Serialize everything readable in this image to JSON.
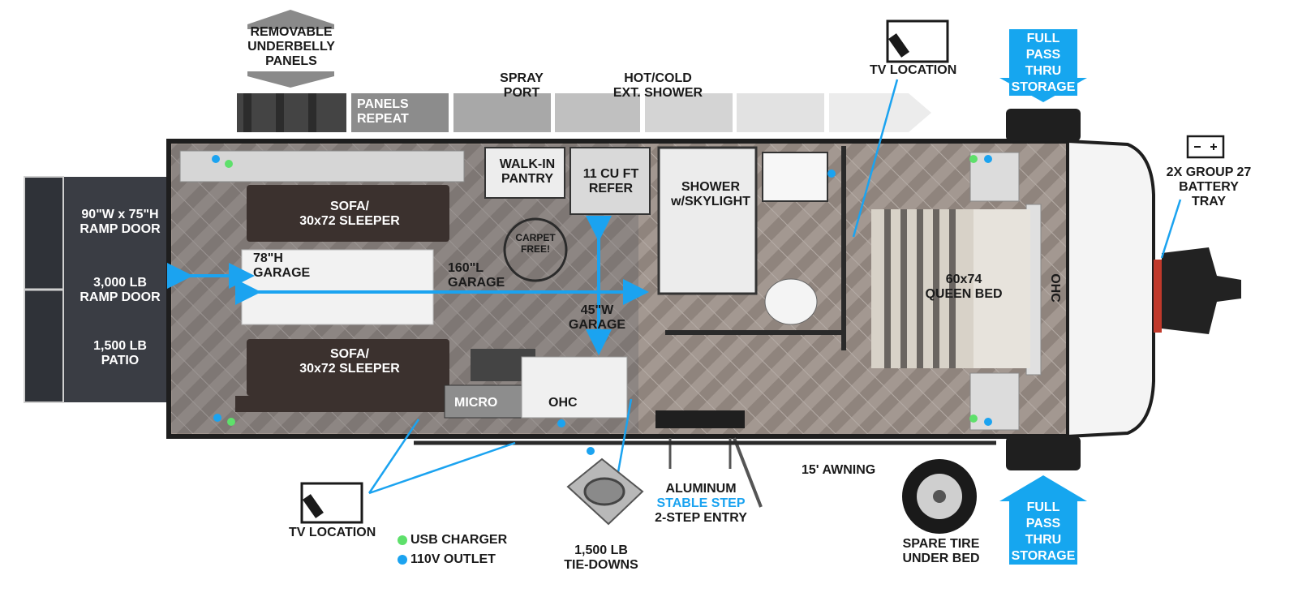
{
  "colors": {
    "accent_blue": "#1ba3f0",
    "usb_green": "#5ee06b",
    "outlet_blue": "#1ba3f0",
    "floor": "#9a8f87",
    "sofa": "#3b312e",
    "wall": "#2a2a2a"
  },
  "top_labels": {
    "underbelly": [
      "REMOVABLE",
      "UNDERBELLY",
      "PANELS"
    ],
    "panels_repeat": [
      "PANELS",
      "REPEAT"
    ],
    "spray_port": [
      "SPRAY",
      "PORT"
    ],
    "ext_shower": [
      "HOT/COLD",
      "EXT. SHOWER"
    ],
    "tv_location_top": "TV LOCATION",
    "full_pass_top": [
      "FULL PASS",
      "THRU",
      "STORAGE"
    ]
  },
  "ramp": {
    "door_size": [
      "90\"W x 75\"H",
      "RAMP DOOR"
    ],
    "door_weight": [
      "3,000 LB",
      "RAMP DOOR"
    ],
    "patio": [
      "1,500 LB",
      "PATIO"
    ]
  },
  "interior": {
    "sofa_top": [
      "SOFA/",
      "30x72 SLEEPER"
    ],
    "sofa_bottom": [
      "SOFA/",
      "30x72 SLEEPER"
    ],
    "garage_height": [
      "78\"H",
      "GARAGE"
    ],
    "garage_length": [
      "160\"L",
      "GARAGE"
    ],
    "garage_width": [
      "45\"W",
      "GARAGE"
    ],
    "carpet_free": [
      "CARPET",
      "FREE!"
    ],
    "walk_in_pantry": [
      "WALK-IN",
      "PANTRY"
    ],
    "refer": [
      "11 CU FT",
      "REFER"
    ],
    "shower": [
      "SHOWER",
      "w/SKYLIGHT"
    ],
    "queen_bed": [
      "60x74",
      "QUEEN BED"
    ],
    "ohc_front": "OHC",
    "micro": "MICRO",
    "ohc_kitchen": "OHC"
  },
  "right_labels": {
    "battery": [
      "2X GROUP 27",
      "BATTERY",
      "TRAY"
    ],
    "battery_icon": "- +",
    "full_pass_bottom": [
      "FULL PASS",
      "THRU",
      "STORAGE"
    ]
  },
  "bottom_labels": {
    "tv_location_bottom": "TV LOCATION",
    "usb_charger": "USB CHARGER",
    "outlet_110v": "110V OUTLET",
    "tie_downs": [
      "1,500 LB",
      "TIE-DOWNS"
    ],
    "entry_line1": "ALUMINUM",
    "entry_line2": "STABLE STEP",
    "entry_line3": "2-STEP ENTRY",
    "awning": "15' AWNING",
    "spare_tire": [
      "SPARE TIRE",
      "UNDER BED"
    ]
  },
  "icons": [
    "tv-remote-icon",
    "battery-icon",
    "tie-down-icon",
    "spare-tire-icon",
    "double-arrow-icon"
  ]
}
